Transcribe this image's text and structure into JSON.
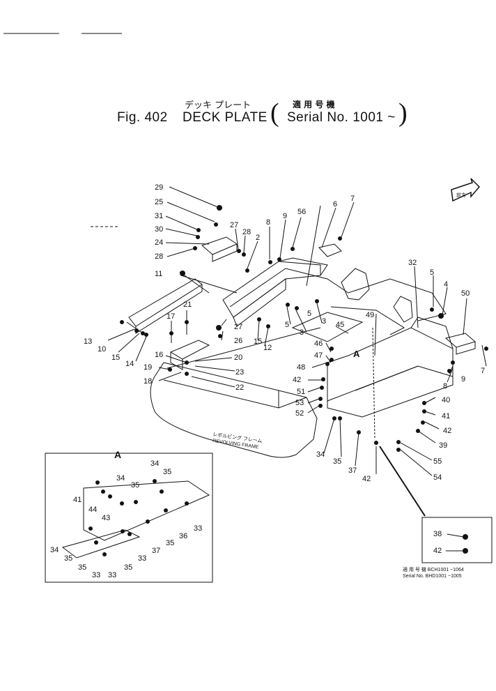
{
  "header": {
    "title_jp": "デッキ プレート",
    "fig_label": "Fig. 402",
    "title_en": "DECK PLATE",
    "serial_jp": "適 用 号 機",
    "serial_en": "Serial No. 1001 ~"
  },
  "labels": {
    "revolving_frame_jp": "レボルビング フレーム",
    "revolving_frame_en": "REVOLVING FRAME",
    "detail_a": "A",
    "detail_a_arrow": "A",
    "front_mark": "前方",
    "inset_serial_jp": "適 用 号 機 BCH1001 ~1064",
    "inset_serial_en": "Serial No. BHD1001 ~1005"
  },
  "callouts": {
    "c29": "29",
    "c25": "25",
    "c31": "31",
    "c30": "30",
    "c24": "24",
    "c28a": "28",
    "c27a": "27",
    "c28b": "28",
    "c8a": "8",
    "c9a": "9",
    "c56": "56",
    "c6": "6",
    "c7a": "7",
    "c2": "2",
    "c11": "11",
    "c32": "32",
    "c5a": "5",
    "c4": "4",
    "c50": "50",
    "c21": "21",
    "c17": "17",
    "c27b": "27",
    "c26": "26",
    "c15a": "15",
    "c12": "12",
    "c5b": "5",
    "c5c": "5",
    "c3a": "3",
    "c3b": "3",
    "c45": "45",
    "c49": "49",
    "c13": "13",
    "c10": "10",
    "c15b": "15",
    "c14": "14",
    "c16": "16",
    "c20": "20",
    "c19": "19",
    "c23": "23",
    "c18": "18",
    "c22": "22",
    "c46": "46",
    "c47": "47",
    "c48": "48",
    "c42a": "42",
    "c51": "51",
    "c53": "53",
    "c52": "52",
    "c7b": "7",
    "c9b": "9",
    "c8b": "8",
    "c40": "40",
    "c41": "41",
    "c42b": "42",
    "c39": "39",
    "c55": "55",
    "c54": "54",
    "c34a": "34",
    "c35a": "35",
    "c37a": "37",
    "c42c": "42",
    "a34a": "34",
    "a35a": "35",
    "a34b": "34",
    "a35b": "35",
    "a41": "41",
    "a44": "44",
    "a43": "43",
    "a33a": "33",
    "a36": "36",
    "a35c": "35",
    "a37": "37",
    "a34c": "34",
    "a35d": "35",
    "a35e": "35",
    "a33b": "33",
    "a33c": "33",
    "a35f": "35",
    "a33d": "33",
    "i38": "38",
    "i42": "42"
  }
}
